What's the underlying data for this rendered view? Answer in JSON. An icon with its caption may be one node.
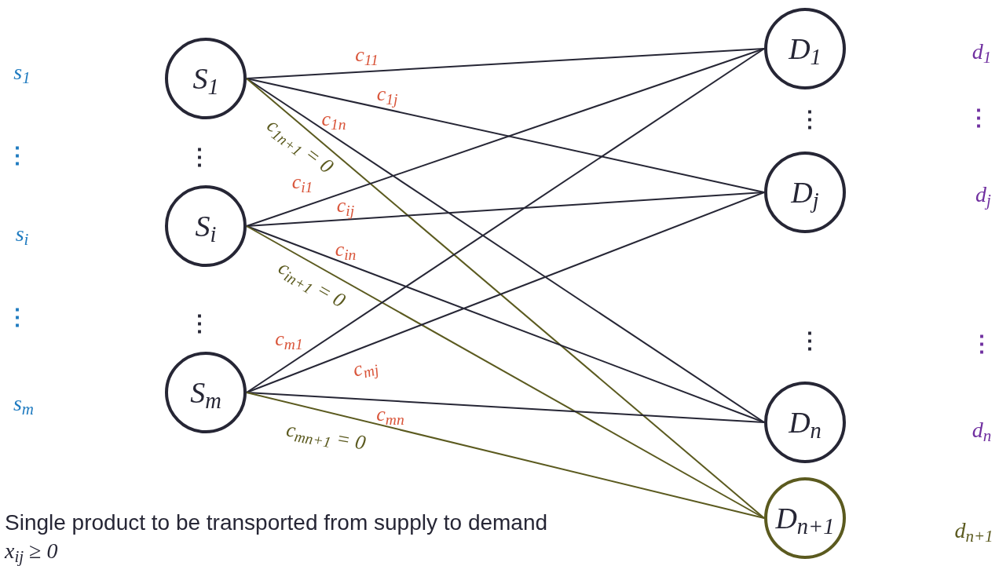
{
  "diagram": {
    "nodes": [
      {
        "text": [
          "S$_{1}$"
        ]
      },
      {
        "text": [
          "S$_{i}$"
        ]
      },
      {
        "text": [
          "S$_{m}$"
        ]
      },
      {
        "text": [
          "D$_{1}$"
        ]
      },
      {
        "text": [
          "D$_{j}$"
        ]
      },
      {
        "text": [
          "D$_{n}$"
        ]
      },
      {
        "text": [
          "D$_{n+1}$"
        ]
      }
    ],
    "edges": [
      {
        "from": 0,
        "to": 3,
        "arrow": "none",
        "label": "c$_{11}$"
      },
      {
        "from": 0,
        "to": 4,
        "arrow": "none",
        "label": "c$_{1j}$"
      },
      {
        "from": 0,
        "to": 5,
        "arrow": "none",
        "label": "c$_{1n}$"
      },
      {
        "from": 0,
        "to": 6,
        "arrow": "none",
        "label": "c$_{1n+1}$ = 0",
        "color": "#5b5a1f"
      },
      {
        "from": 1,
        "to": 3,
        "arrow": "none",
        "label": "c$_{i1}$"
      },
      {
        "from": 1,
        "to": 4,
        "arrow": "none",
        "label": "c$_{ij}$"
      },
      {
        "from": 1,
        "to": 5,
        "arrow": "none",
        "label": "c$_{in}$"
      },
      {
        "from": 1,
        "to": 6,
        "arrow": "none",
        "label": "c$_{in+1}$ = 0",
        "color": "#5b5a1f"
      },
      {
        "from": 2,
        "to": 3,
        "arrow": "none",
        "label": "c$_{m1}$"
      },
      {
        "from": 2,
        "to": 4,
        "arrow": "none",
        "label": "c$_{mj}$"
      },
      {
        "from": 2,
        "to": 5,
        "arrow": "none",
        "label": "c$_{mn}$"
      },
      {
        "from": 2,
        "to": 6,
        "arrow": "none",
        "label": "c$_{mn+1}$ = 0",
        "color": "#5b5a1f"
      }
    ],
    "labels": [
      "s$_{1}$",
      "⋮",
      "s$_{i}$",
      "⋮",
      "s$_{m}$",
      "⋮",
      "⋮",
      "⋮",
      "⋮",
      "d$_{1}$",
      "⋮",
      "d$_{j}$",
      "⋮",
      "d$_{n}$",
      "d$_{n+1}$",
      "Single product to be transported from supply to demand",
      "x$_{ij}$ ≥ 0"
    ]
  }
}
